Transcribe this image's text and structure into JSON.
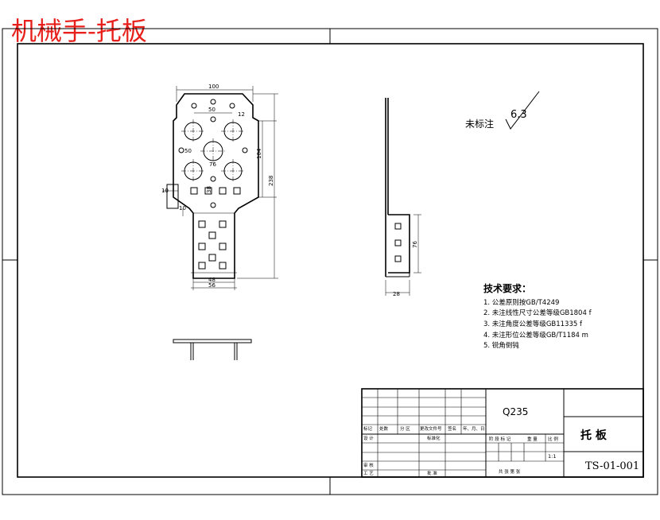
{
  "title": "机械手-托板",
  "colors": {
    "title": "#e8201c",
    "line": "#000000",
    "background": "#ffffff"
  },
  "views": {
    "front": {
      "dims": {
        "width_top": "100",
        "hole_spacing_top": "50",
        "hole_offset": "12",
        "inner_width": "50",
        "lower_spacing": "76",
        "height_mid": "104",
        "overall_height": "238",
        "left_tab": "10",
        "slot_spacing": "38",
        "tab_height": "10",
        "bottom_inner": "48",
        "bottom_outer": "56"
      }
    },
    "side": {
      "dims": {
        "height": "76",
        "width": "28"
      }
    }
  },
  "roughness": {
    "label": "未标注",
    "value": "6.3"
  },
  "requirements": {
    "heading": "技术要求：",
    "items": [
      "1. 公差原则按GB/T4249",
      "2. 未注线性尺寸公差等级GB1804  f",
      "3. 未注角度公差等级GB11335  f",
      "4. 未注形位公差等级GB/T1184  m",
      "5. 锐角倒钝"
    ]
  },
  "title_block": {
    "material": "Q235",
    "part_name": "托   板",
    "drawing_no": "TS-01-001",
    "scale": "1:1",
    "header_labels": [
      "标记",
      "处数",
      "分 区",
      "更改文件号",
      "签名",
      "年、月、日"
    ],
    "designer": "设 计",
    "standardize": "标准化",
    "stage_labels": [
      "阶 段 标 记",
      "重 量",
      "比 例"
    ],
    "audit": "审 核",
    "process": "工 艺",
    "approve": "批 准",
    "sheet": "共    张   第    张"
  }
}
